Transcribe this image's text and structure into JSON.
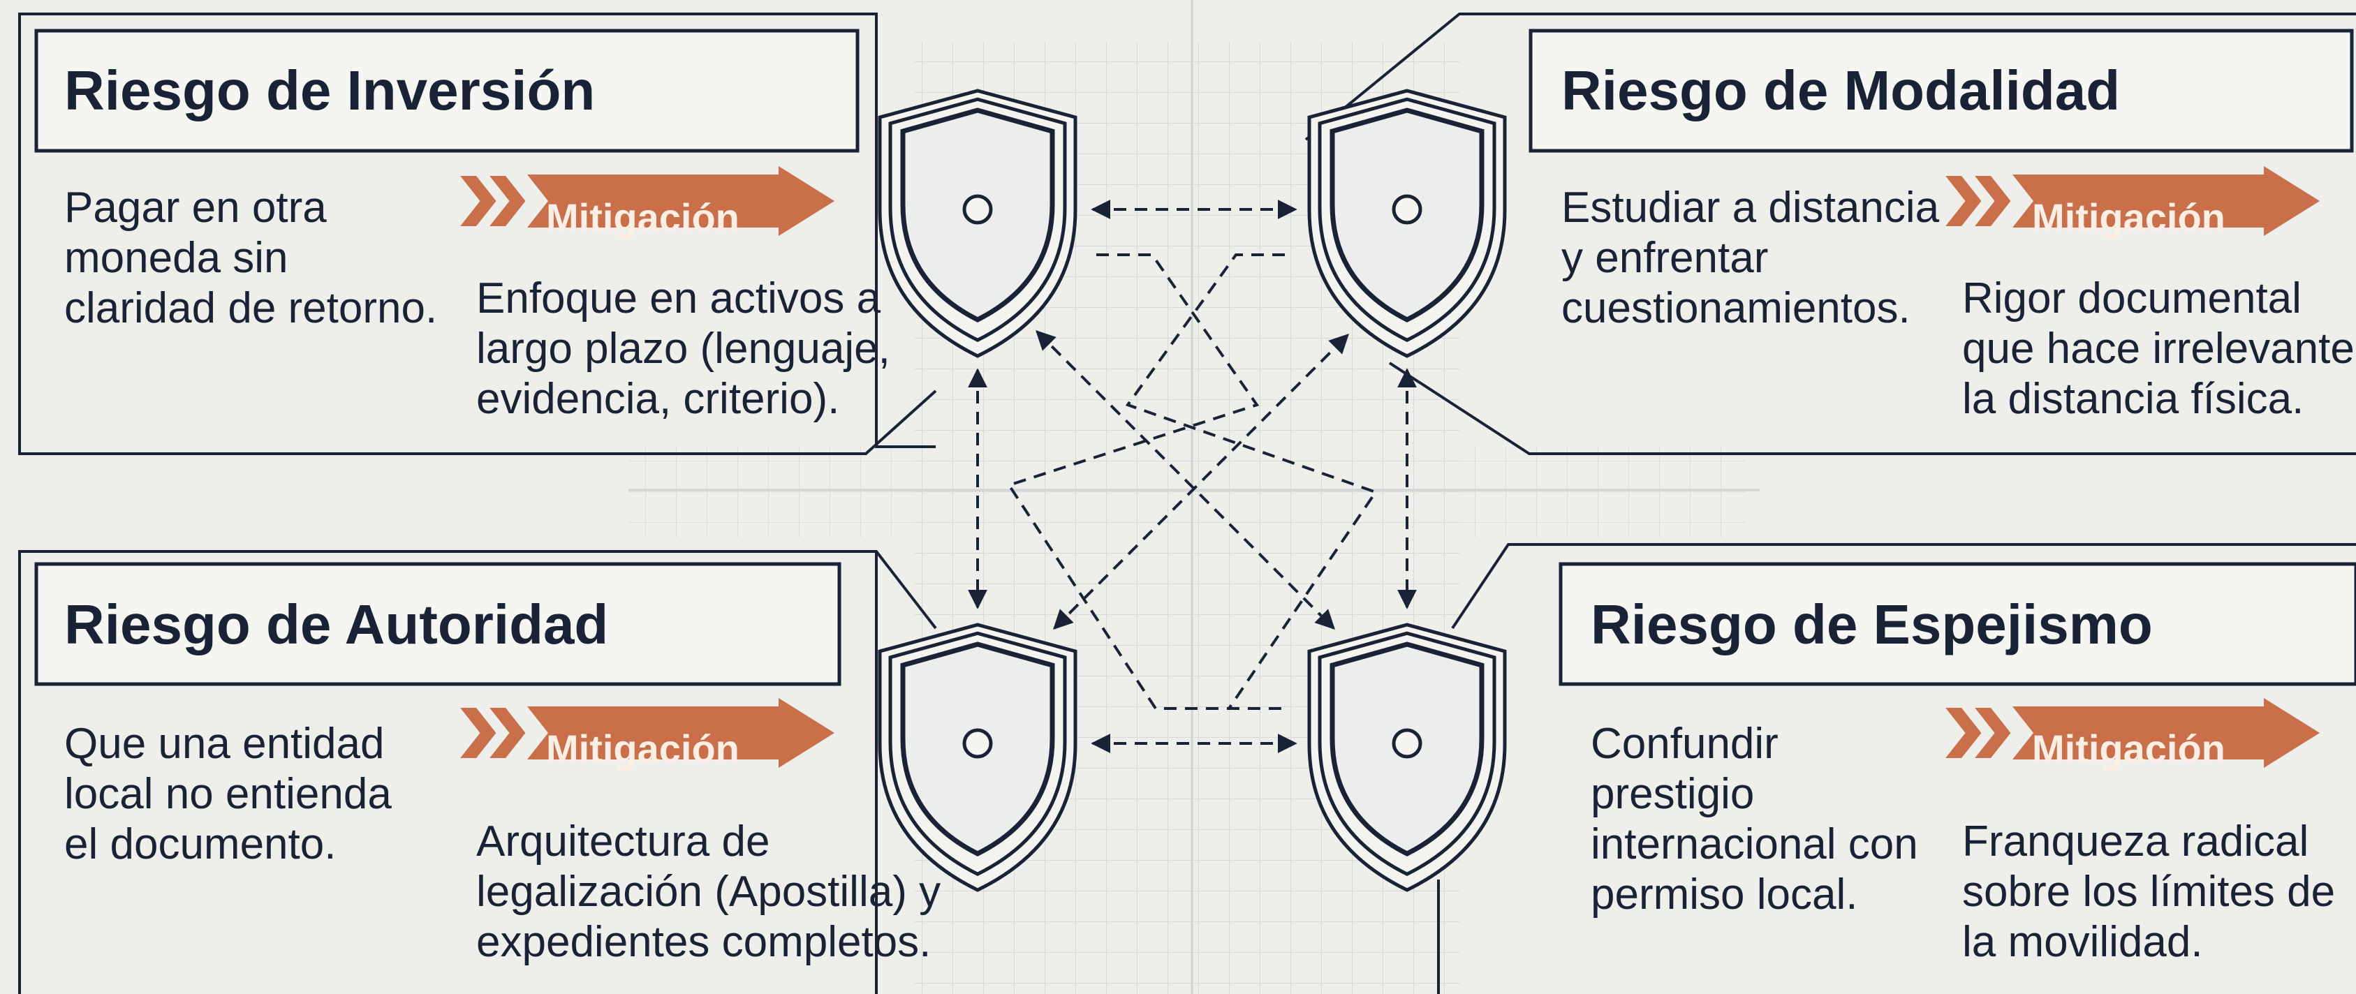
{
  "colors": {
    "background": "#eeeeea",
    "ink": "#1a2336",
    "accent": "#c9704a",
    "grid": "#dcdfe0"
  },
  "icons": {
    "shield": "shield-icon",
    "mitigation": "double-chevron-arrow-icon"
  },
  "panels": {
    "inversion": {
      "title": "Riesgo de Inversión",
      "risk": "Pagar en otra\nmoneda sin\nclaridad de retorno.",
      "mitigation_label": "Mitigación",
      "mitigation": "Enfoque en activos a\nlargo plazo (lenguaje,\nevidencia, criterio)."
    },
    "modalidad": {
      "title": "Riesgo de Modalidad",
      "risk": "Estudiar a distancia\ny enfrentar\ncuestionamientos.",
      "mitigation_label": "Mitigación",
      "mitigation": "Rigor documental\nque hace irrelevante\nla distancia física."
    },
    "autoridad": {
      "title": "Riesgo de Autoridad",
      "risk": "Que una entidad\nlocal no entienda\nel documento.",
      "mitigation_label": "Mitigación",
      "mitigation": "Arquitectura de\nlegalización (Apostilla) y\nexpedientes completos."
    },
    "espejismo": {
      "title": "Riesgo de Espejismo",
      "risk": "Confundir\nprestigio\ninternacional con\npermiso local.",
      "mitigation_label": "Mitigación",
      "mitigation": "Franqueza radical\nsobre los límites de\nla movilidad."
    }
  }
}
